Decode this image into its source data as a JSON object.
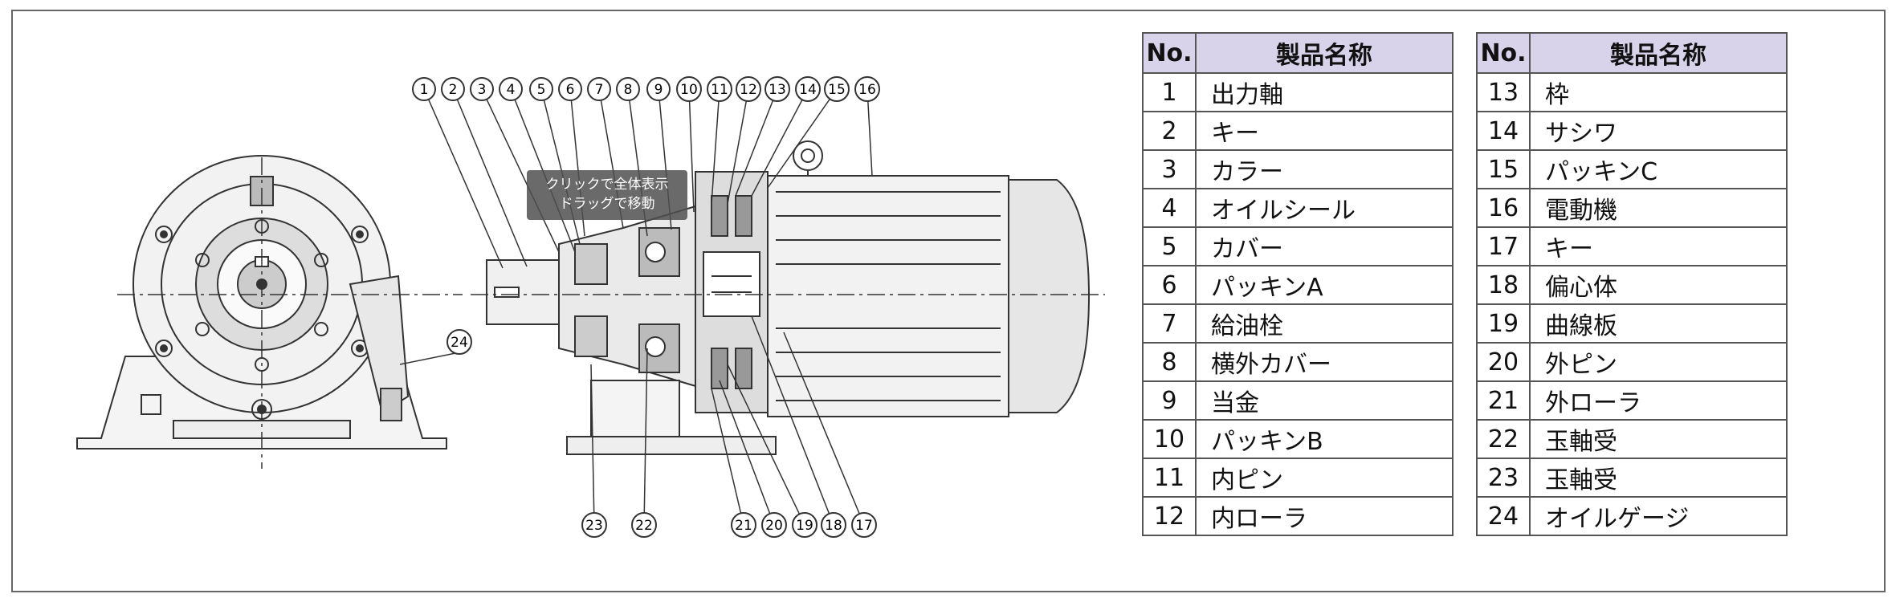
{
  "tooltip": {
    "line1": "クリックで全体表示",
    "line2": "ドラッグで移動"
  },
  "callouts": [
    "1",
    "2",
    "3",
    "4",
    "5",
    "6",
    "7",
    "8",
    "9",
    "10",
    "11",
    "12",
    "13",
    "14",
    "15",
    "16",
    "17",
    "18",
    "19",
    "20",
    "21",
    "22",
    "23",
    "24"
  ],
  "table_header": {
    "no": "No.",
    "name": "製品名称"
  },
  "parts_left": [
    {
      "no": "1",
      "name": "出力軸"
    },
    {
      "no": "2",
      "name": "キー"
    },
    {
      "no": "3",
      "name": "カラー"
    },
    {
      "no": "4",
      "name": "オイルシール"
    },
    {
      "no": "5",
      "name": "カバー"
    },
    {
      "no": "6",
      "name": "パッキンA"
    },
    {
      "no": "7",
      "name": "給油栓"
    },
    {
      "no": "8",
      "name": "横外カバー"
    },
    {
      "no": "9",
      "name": "当金"
    },
    {
      "no": "10",
      "name": "パッキンB"
    },
    {
      "no": "11",
      "name": "内ピン"
    },
    {
      "no": "12",
      "name": "内ローラ"
    }
  ],
  "parts_right": [
    {
      "no": "13",
      "name": "枠"
    },
    {
      "no": "14",
      "name": "サシワ"
    },
    {
      "no": "15",
      "name": "パッキンC"
    },
    {
      "no": "16",
      "name": "電動機"
    },
    {
      "no": "17",
      "name": "キー"
    },
    {
      "no": "18",
      "name": "偏心体"
    },
    {
      "no": "19",
      "name": "曲線板"
    },
    {
      "no": "20",
      "name": "外ピン"
    },
    {
      "no": "21",
      "name": "外ローラ"
    },
    {
      "no": "22",
      "name": "玉軸受"
    },
    {
      "no": "23",
      "name": "玉軸受"
    },
    {
      "no": "24",
      "name": "オイルゲージ"
    }
  ]
}
